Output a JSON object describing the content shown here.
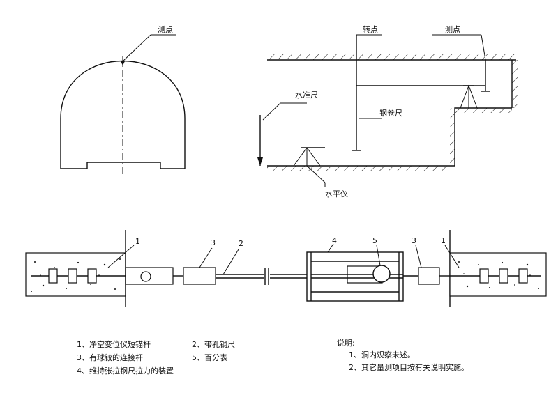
{
  "arch": {
    "measure_point": "测点"
  },
  "level_diagram": {
    "transfer_point": "转点",
    "measure_point": "测点",
    "level_staff": "水准尺",
    "steel_tape": "钢卷尺",
    "level_instrument": "水平仪"
  },
  "convergence_diagram": {
    "callouts": {
      "c1_left": "1",
      "c3_left": "3",
      "c2": "2",
      "c4": "4",
      "c5": "5",
      "c3_right": "3",
      "c1_right": "1"
    }
  },
  "legend": {
    "items": [
      "1、净空变位仪短锚杆",
      "2、带孔钢尺",
      "3、有球铰的连接杆",
      "5、百分表",
      "4、维持张拉钢尺拉力的装置"
    ]
  },
  "notes": {
    "title": "说明:",
    "items": [
      "1、洞内观察未述。",
      "2、其它量测项目按有关说明实施。"
    ]
  }
}
